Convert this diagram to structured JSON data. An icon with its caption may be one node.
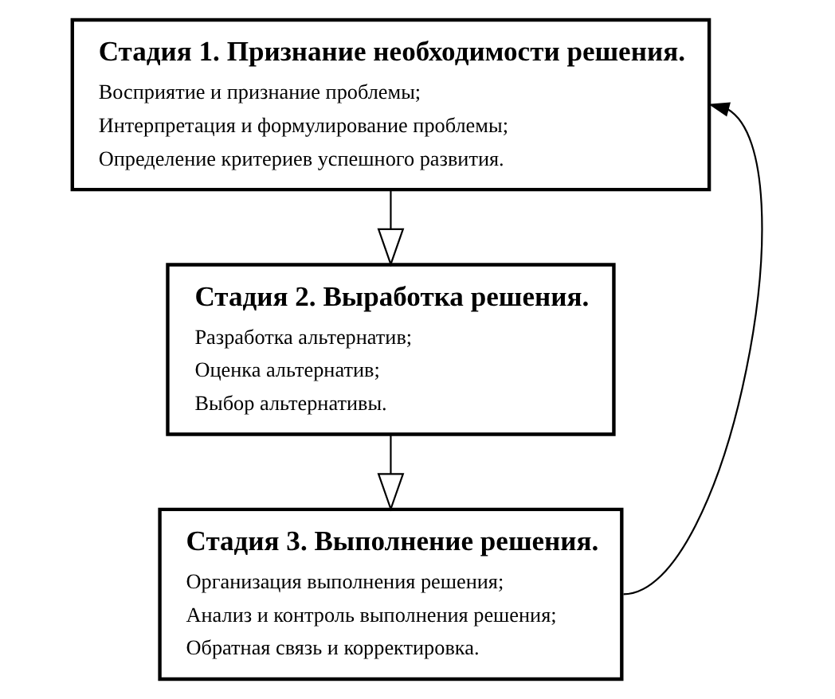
{
  "diagram": {
    "nodes": [
      {
        "text": [
          "Стадия 1. Признание необходимости решения.",
          "Восприятие и признание проблемы;",
          "Интерпретация и формулирование проблемы;",
          "Определение критериев успешного развития."
        ]
      },
      {
        "text": [
          "Стадия 2. Выработка решения.",
          "Разработка альтернатив;",
          "Оценка альтернатив;",
          "Выбор альтернативы."
        ]
      },
      {
        "text": [
          "Стадия 3. Выполнение решения.",
          "Организация выполнения решения;",
          "Анализ и контроль выполнения решения;",
          "Обратная связь и корректировка."
        ]
      }
    ],
    "edges": [
      {
        "from": 0,
        "to": 1,
        "arrow": "to"
      },
      {
        "from": 1,
        "to": 2,
        "arrow": "to"
      },
      {
        "from": 2,
        "to": 0,
        "arrow": "to"
      }
    ]
  }
}
